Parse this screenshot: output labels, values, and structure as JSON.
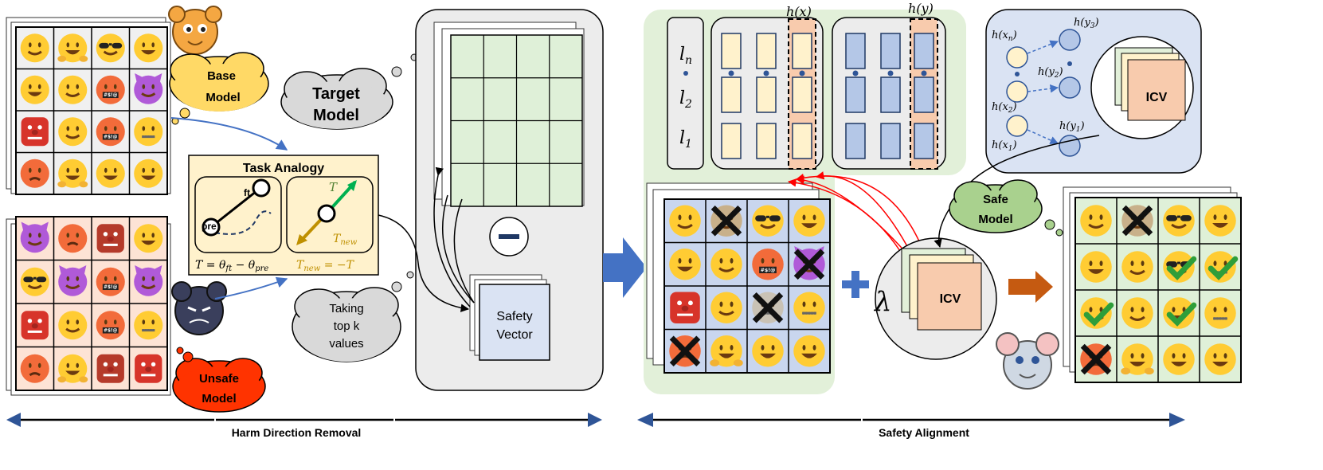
{
  "labels": {
    "base_model": "Base Model",
    "target_model": "Target Model",
    "unsafe_model": "Unsafe Model",
    "task_analogy": "Task Analogy",
    "ft": "ft",
    "pre": "pre",
    "T": "T",
    "T_new": "T",
    "T_new_sub": "new",
    "formula_T": "T = θ_ft − θ_pre",
    "formula_Tnew": "T_new = −T",
    "taking_top_k": "Taking top k values",
    "safety_vector": "Safety Vector",
    "minus": "−",
    "plus": "+",
    "lambda": "λ",
    "icv": "ICV",
    "safe_model": "Safe Model",
    "hx": "h(x)",
    "hy": "h(y)",
    "l_n": "l",
    "l_n_sub": "n",
    "l_2": "l",
    "l_2_sub": "2",
    "l_1": "l",
    "l_1_sub": "1",
    "hx_n": "h(x",
    "hx_n_sub": "n",
    "hx_2_sub": "2",
    "hx_1_sub": "1",
    "hy_3_sub": "3",
    "hy_2_sub": "2",
    "hy_1_sub": "1",
    "harm_direction_removal": "Harm Direction Removal",
    "safety_alignment": "Safety Alignment"
  },
  "colors": {
    "base_grid": "#f0f0f0",
    "unsafe_grid": "#fde3d5",
    "green_grid": "#dff0d8",
    "blue_grid": "#c9d6ee",
    "panel_gray": "#ececec",
    "panel_green": "#e2f0d9",
    "panel_blue": "#dae3f3",
    "yellow_box": "#fff2cc",
    "blue_box": "#b4c7e7",
    "icv_orange": "#f8cbad",
    "arrow_blue": "#4472c4",
    "arrow_orange": "#c55a11",
    "red": "#ff0000",
    "unsafe_cloud": "#ff3300",
    "base_cloud": "#ffd966",
    "safe_cloud": "#a9d18e",
    "gray_cloud": "#d9d9d9"
  },
  "grids": {
    "base": [
      "smile",
      "hug",
      "cool",
      "grin",
      "grin",
      "smile",
      "curse",
      "devil",
      "ogre",
      "smile",
      "curse",
      "zip",
      "angry",
      "hug",
      "grin",
      "grin"
    ],
    "unsafe": [
      "devil",
      "angry",
      "goblin",
      "grin",
      "cool",
      "devil",
      "curse",
      "devil",
      "ogre",
      "smile",
      "curse",
      "zip",
      "angry",
      "hug",
      "goblin",
      "ogre"
    ],
    "middle": [
      "smile",
      "x",
      "cool",
      "grin",
      "grin",
      "smile",
      "curse",
      "xdevil",
      "ogre",
      "smile",
      "xzip",
      "zip",
      "xangry",
      "hug",
      "grin",
      "grin"
    ],
    "safe": [
      "smile",
      "xplain",
      "cool",
      "grin",
      "grin",
      "smile",
      "coolcheck",
      "zipcheck",
      "smilecheck",
      "smile",
      "grincheck",
      "zip",
      "xangry",
      "hug",
      "grin",
      "grin"
    ]
  }
}
